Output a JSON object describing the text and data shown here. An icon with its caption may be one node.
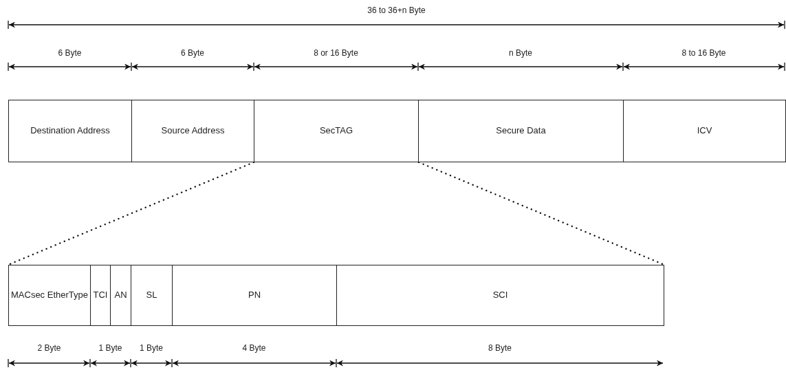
{
  "diagram": {
    "nodes": [
      {
        "text": [
          "Destination Address"
        ]
      },
      {
        "text": [
          "Source Address"
        ]
      },
      {
        "text": [
          "SecTAG"
        ]
      },
      {
        "text": [
          "Secure Data"
        ]
      },
      {
        "text": [
          "ICV"
        ]
      },
      {
        "text": [
          "MACsec EtherType"
        ]
      },
      {
        "text": [
          "TCI"
        ]
      },
      {
        "text": [
          "AN"
        ]
      },
      {
        "text": [
          "SL"
        ]
      },
      {
        "text": [
          "PN"
        ]
      },
      {
        "text": [
          "SCI"
        ]
      }
    ],
    "edges": [
      {
        "from": 2,
        "to": 5,
        "arrow": "none",
        "style": "dashed"
      },
      {
        "from": 2,
        "to": 10,
        "arrow": "none",
        "style": "dashed"
      }
    ],
    "labels": [
      "36 to 36+n Byte",
      "6 Byte",
      "6 Byte",
      "8 or 16 Byte",
      "n Byte",
      "8 to 16 Byte",
      "2 Byte",
      "1 Byte",
      "1 Byte",
      "4 Byte",
      "8 Byte"
    ]
  }
}
